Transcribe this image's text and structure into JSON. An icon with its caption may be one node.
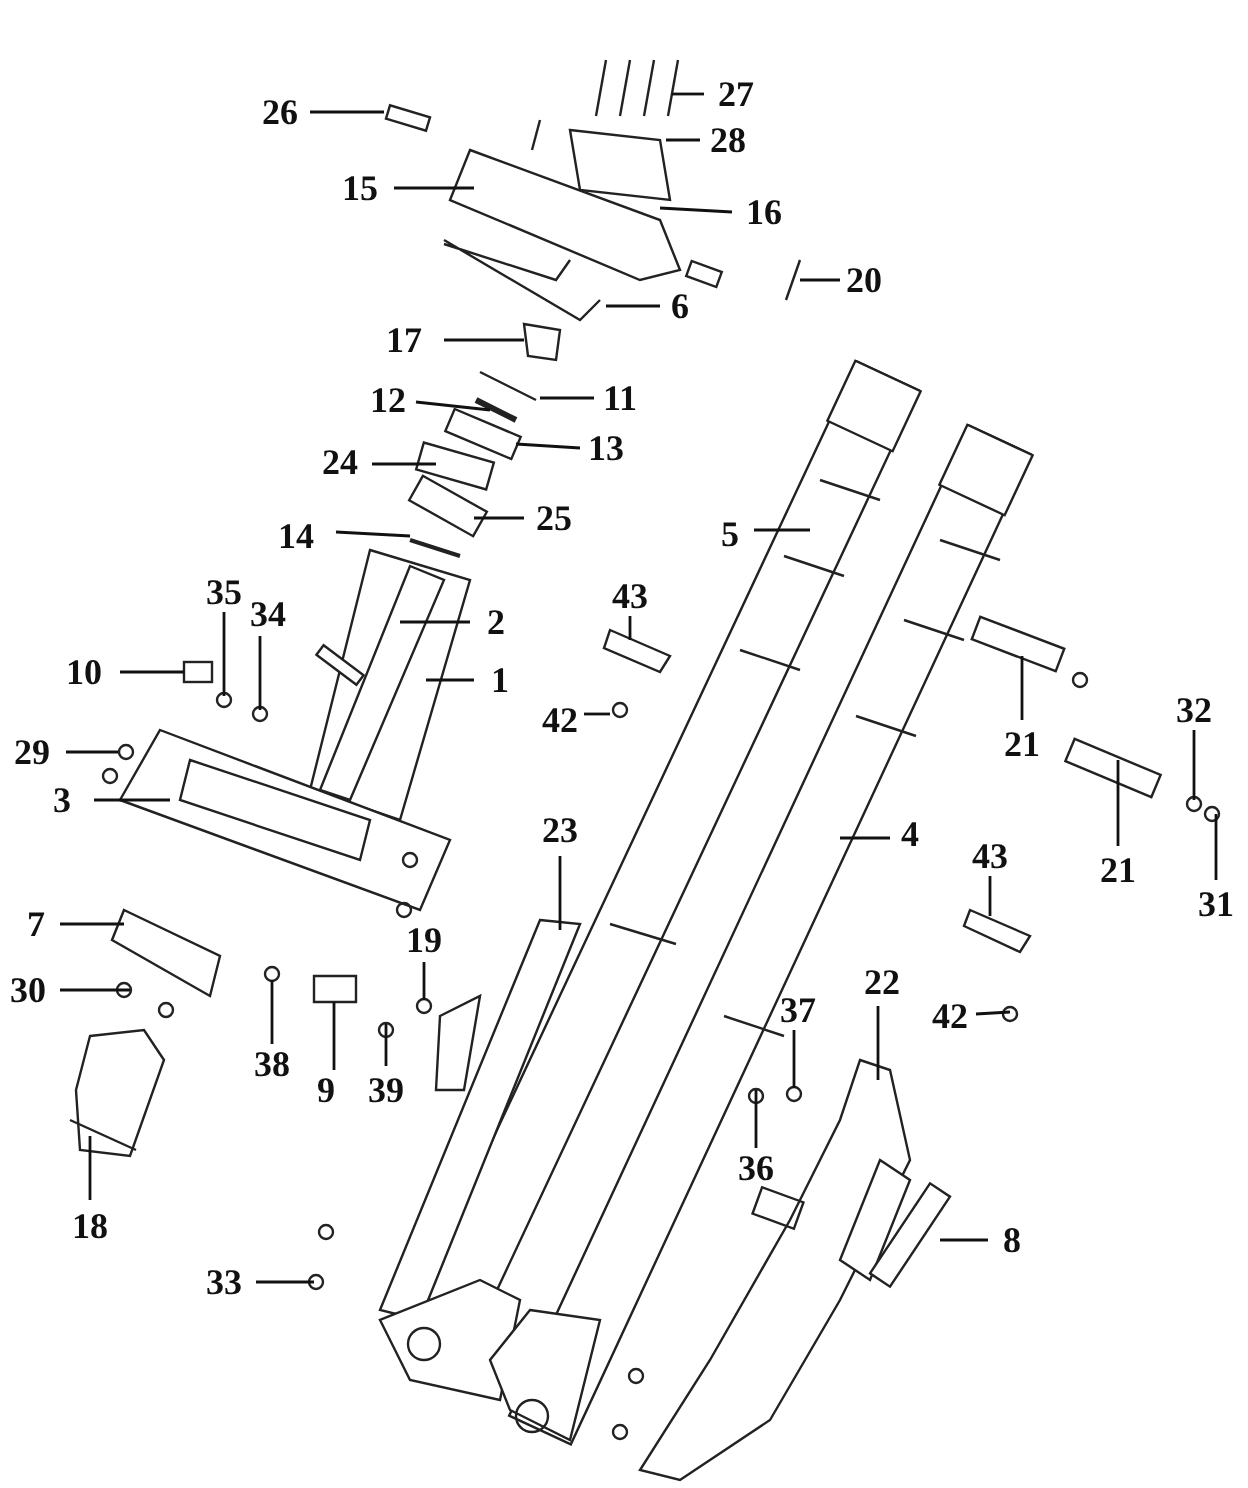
{
  "diagram": {
    "nodes": [
      {
        "text": [
          "27"
        ]
      },
      {
        "text": [
          "26"
        ]
      },
      {
        "text": [
          "28"
        ]
      },
      {
        "text": [
          "15"
        ]
      },
      {
        "text": [
          "16"
        ]
      },
      {
        "text": [
          "20"
        ]
      },
      {
        "text": [
          "6"
        ]
      },
      {
        "text": [
          "17"
        ]
      },
      {
        "text": [
          "12"
        ]
      },
      {
        "text": [
          "11"
        ]
      },
      {
        "text": [
          "13"
        ]
      },
      {
        "text": [
          "24"
        ]
      },
      {
        "text": [
          "25"
        ]
      },
      {
        "text": [
          "5"
        ]
      },
      {
        "text": [
          "14"
        ]
      },
      {
        "text": [
          "43"
        ]
      },
      {
        "text": [
          "35"
        ]
      },
      {
        "text": [
          "2"
        ]
      },
      {
        "text": [
          "34"
        ]
      },
      {
        "text": [
          "10"
        ]
      },
      {
        "text": [
          "1"
        ]
      },
      {
        "text": [
          "42"
        ]
      },
      {
        "text": [
          "29"
        ]
      },
      {
        "text": [
          "3"
        ]
      },
      {
        "text": [
          "32"
        ]
      },
      {
        "text": [
          "21"
        ]
      },
      {
        "text": [
          "23"
        ]
      },
      {
        "text": [
          "4"
        ]
      },
      {
        "text": [
          "43"
        ]
      },
      {
        "text": [
          "21"
        ]
      },
      {
        "text": [
          "31"
        ]
      },
      {
        "text": [
          "7"
        ]
      },
      {
        "text": [
          "19"
        ]
      },
      {
        "text": [
          "30"
        ]
      },
      {
        "text": [
          "22"
        ]
      },
      {
        "text": [
          "42"
        ]
      },
      {
        "text": [
          "37"
        ]
      },
      {
        "text": [
          "38"
        ]
      },
      {
        "text": [
          "9"
        ]
      },
      {
        "text": [
          "39"
        ]
      },
      {
        "text": [
          "36"
        ]
      },
      {
        "text": [
          "18"
        ]
      },
      {
        "text": [
          "8"
        ]
      },
      {
        "text": [
          "33"
        ]
      }
    ],
    "edges": [
      {
        "from": 0,
        "to": null,
        "arrow": "none"
      },
      {
        "from": 1,
        "to": null,
        "arrow": "none"
      },
      {
        "from": 2,
        "to": null,
        "arrow": "none"
      },
      {
        "from": 3,
        "to": null,
        "arrow": "none"
      },
      {
        "from": 4,
        "to": null,
        "arrow": "none"
      },
      {
        "from": 5,
        "to": null,
        "arrow": "none"
      },
      {
        "from": 6,
        "to": null,
        "arrow": "none"
      },
      {
        "from": 7,
        "to": null,
        "arrow": "none"
      },
      {
        "from": 8,
        "to": null,
        "arrow": "none"
      },
      {
        "from": 9,
        "to": null,
        "arrow": "none"
      },
      {
        "from": 10,
        "to": null,
        "arrow": "none"
      },
      {
        "from": 11,
        "to": null,
        "arrow": "none"
      },
      {
        "from": 12,
        "to": null,
        "arrow": "none"
      },
      {
        "from": 13,
        "to": null,
        "arrow": "none"
      },
      {
        "from": 14,
        "to": null,
        "arrow": "none"
      },
      {
        "from": 15,
        "to": null,
        "arrow": "none"
      },
      {
        "from": 16,
        "to": null,
        "arrow": "none"
      },
      {
        "from": 17,
        "to": null,
        "arrow": "none"
      },
      {
        "from": 18,
        "to": null,
        "arrow": "none"
      },
      {
        "from": 19,
        "to": null,
        "arrow": "none"
      },
      {
        "from": 20,
        "to": null,
        "arrow": "none"
      },
      {
        "from": 21,
        "to": null,
        "arrow": "none"
      },
      {
        "from": 22,
        "to": null,
        "arrow": "none"
      },
      {
        "from": 23,
        "to": null,
        "arrow": "none"
      },
      {
        "from": 24,
        "to": null,
        "arrow": "none"
      },
      {
        "from": 25,
        "to": null,
        "arrow": "none"
      },
      {
        "from": 26,
        "to": null,
        "arrow": "none"
      },
      {
        "from": 27,
        "to": null,
        "arrow": "none"
      },
      {
        "from": 28,
        "to": null,
        "arrow": "none"
      },
      {
        "from": 29,
        "to": null,
        "arrow": "none"
      },
      {
        "from": 30,
        "to": null,
        "arrow": "none"
      },
      {
        "from": 31,
        "to": null,
        "arrow": "none"
      },
      {
        "from": 32,
        "to": null,
        "arrow": "none"
      },
      {
        "from": 33,
        "to": null,
        "arrow": "none"
      },
      {
        "from": 34,
        "to": null,
        "arrow": "none"
      },
      {
        "from": 35,
        "to": null,
        "arrow": "none"
      },
      {
        "from": 36,
        "to": null,
        "arrow": "none"
      },
      {
        "from": 37,
        "to": null,
        "arrow": "none"
      },
      {
        "from": 38,
        "to": null,
        "arrow": "none"
      },
      {
        "from": 39,
        "to": null,
        "arrow": "none"
      },
      {
        "from": 40,
        "to": null,
        "arrow": "none"
      },
      {
        "from": 41,
        "to": null,
        "arrow": "none"
      },
      {
        "from": 42,
        "to": null,
        "arrow": "none"
      },
      {
        "from": 43,
        "to": null,
        "arrow": "none"
      }
    ]
  }
}
